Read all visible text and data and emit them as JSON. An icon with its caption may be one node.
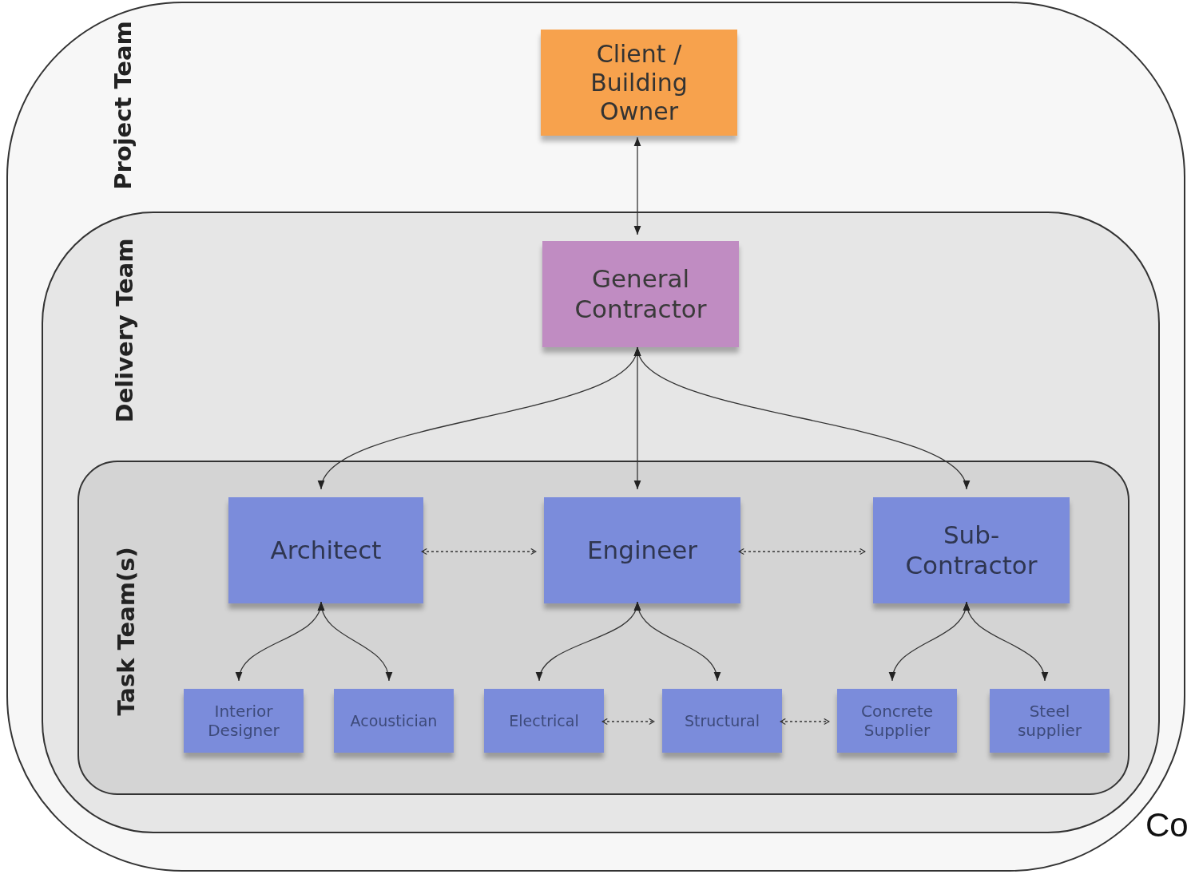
{
  "diagram": {
    "nodes": [
      {
        "text": [
          "Project Team"
        ]
      },
      {
        "text": [
          "Client / Building Owner"
        ],
        "in": 0
      },
      {
        "text": [
          "Delivery Team"
        ],
        "in": 0
      },
      {
        "text": [
          "General Contractor"
        ],
        "in": 2
      },
      {
        "text": [
          "Task Team(s)"
        ],
        "in": 2
      },
      {
        "text": [
          "Architect"
        ],
        "in": 4
      },
      {
        "text": [
          "Engineer"
        ],
        "in": 4
      },
      {
        "text": [
          "Sub-Contractor"
        ],
        "in": 4
      },
      {
        "text": [
          "Interior Designer"
        ],
        "in": 4
      },
      {
        "text": [
          "Acoustician"
        ],
        "in": 4
      },
      {
        "text": [
          "Electrical"
        ],
        "in": 4
      },
      {
        "text": [
          "Structural"
        ],
        "in": 4
      },
      {
        "text": [
          "Concrete Supplier"
        ],
        "in": 4
      },
      {
        "text": [
          "Steel supplier"
        ],
        "in": 4
      }
    ],
    "edges": [
      {
        "from": 1,
        "to": 3,
        "arrow": "both"
      },
      {
        "from": 3,
        "to": 5,
        "arrow": "both"
      },
      {
        "from": 3,
        "to": 6,
        "arrow": "both"
      },
      {
        "from": 3,
        "to": 7,
        "arrow": "both"
      },
      {
        "from": 5,
        "to": 6,
        "arrow": "both",
        "style": "dashed"
      },
      {
        "from": 6,
        "to": 7,
        "arrow": "both",
        "style": "dashed"
      },
      {
        "from": 5,
        "to": 8,
        "arrow": "both"
      },
      {
        "from": 5,
        "to": 9,
        "arrow": "both"
      },
      {
        "from": 6,
        "to": 10,
        "arrow": "both"
      },
      {
        "from": 6,
        "to": 11,
        "arrow": "both"
      },
      {
        "from": 7,
        "to": 12,
        "arrow": "both"
      },
      {
        "from": 7,
        "to": 13,
        "arrow": "both"
      },
      {
        "from": 10,
        "to": 11,
        "arrow": "both",
        "style": "dashed"
      },
      {
        "from": 11,
        "to": 12,
        "arrow": "both",
        "style": "dashed"
      }
    ],
    "labels": [
      "Co"
    ]
  }
}
